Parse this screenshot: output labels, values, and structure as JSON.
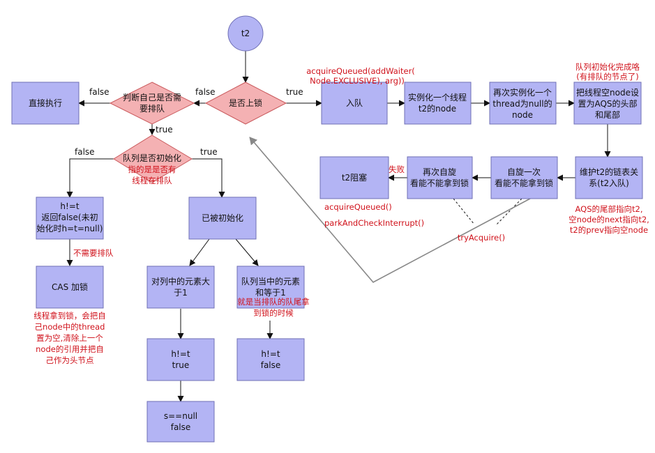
{
  "nodes": {
    "start": "t2",
    "is_locked": "是否上锁",
    "judge_self": [
      "判断自己是否需",
      "要排队"
    ],
    "direct_exec": "直接执行",
    "queue_inited": [
      "队列是否初始化"
    ],
    "queue_inited_note": [
      "指的是是否有",
      "线程在排队"
    ],
    "h_ne_t_null": [
      "h!=t",
      "返回false(未初",
      "始化时h=t=null)"
    ],
    "cas_lock": "CAS 加锁",
    "already_init": "已被初始化",
    "gt1": [
      "对列中的元素大",
      "于1"
    ],
    "eq1": [
      "队列当中的元素",
      "和等于1"
    ],
    "eq1_note": [
      "就是当排队的队尾拿",
      "到锁的时候"
    ],
    "h_ne_t_true": [
      "h!=t",
      "true"
    ],
    "h_ne_t_false": [
      "h!=t",
      "false"
    ],
    "s_null_false": [
      "s==null",
      "false"
    ],
    "enqueue": "入队",
    "inst_node": [
      "实例化一个线程",
      "t2的node"
    ],
    "reinst_node": [
      "再次实例化一个",
      "thread为null的",
      "node"
    ],
    "set_head_tail": [
      "把线程空node设",
      "置为AQS的头部",
      "和尾部"
    ],
    "maintain_list": [
      "维护t2的链表关",
      "系(t2入队)"
    ],
    "spin_once": [
      "自旋一次",
      "看能不能拿到锁"
    ],
    "spin_again": [
      "再次自旋",
      "看能不能拿到锁"
    ],
    "t2_block": "t2阻塞"
  },
  "edges": {
    "false": "false",
    "true": "true"
  },
  "annotations": {
    "acquire_queued": [
      "acquireQueued(addWaiter(",
      "Node.EXCLUSIVE), arg))"
    ],
    "queue_init_skip": [
      "队列初始化完成咯",
      "(有排队的节点了)"
    ],
    "aqs_tail": [
      "AQS的尾部指向t2,",
      "空node的next指向t2,",
      "t2的prev指向空node"
    ],
    "fail": "失败",
    "acquire_queued_call": "acquireQueued()",
    "park_check": "parkAndCheckInterrupt()",
    "try_acquire": "tryAcquire()",
    "no_queue_needed": "不需要排队",
    "cas_note": [
      "线程拿到锁，会把自",
      "己node中的thread",
      "置为空,清除上一个",
      "node的引用并把自",
      "己作为头节点"
    ]
  },
  "colors": {
    "node_fill": "#b3b4f4",
    "node_stroke": "#6f6fb5",
    "decision_fill": "#f4b1b3",
    "decision_stroke": "#c9595c",
    "annotation_red": "#d0121b",
    "arrow": "#111111",
    "back_arrow": "#888888"
  }
}
